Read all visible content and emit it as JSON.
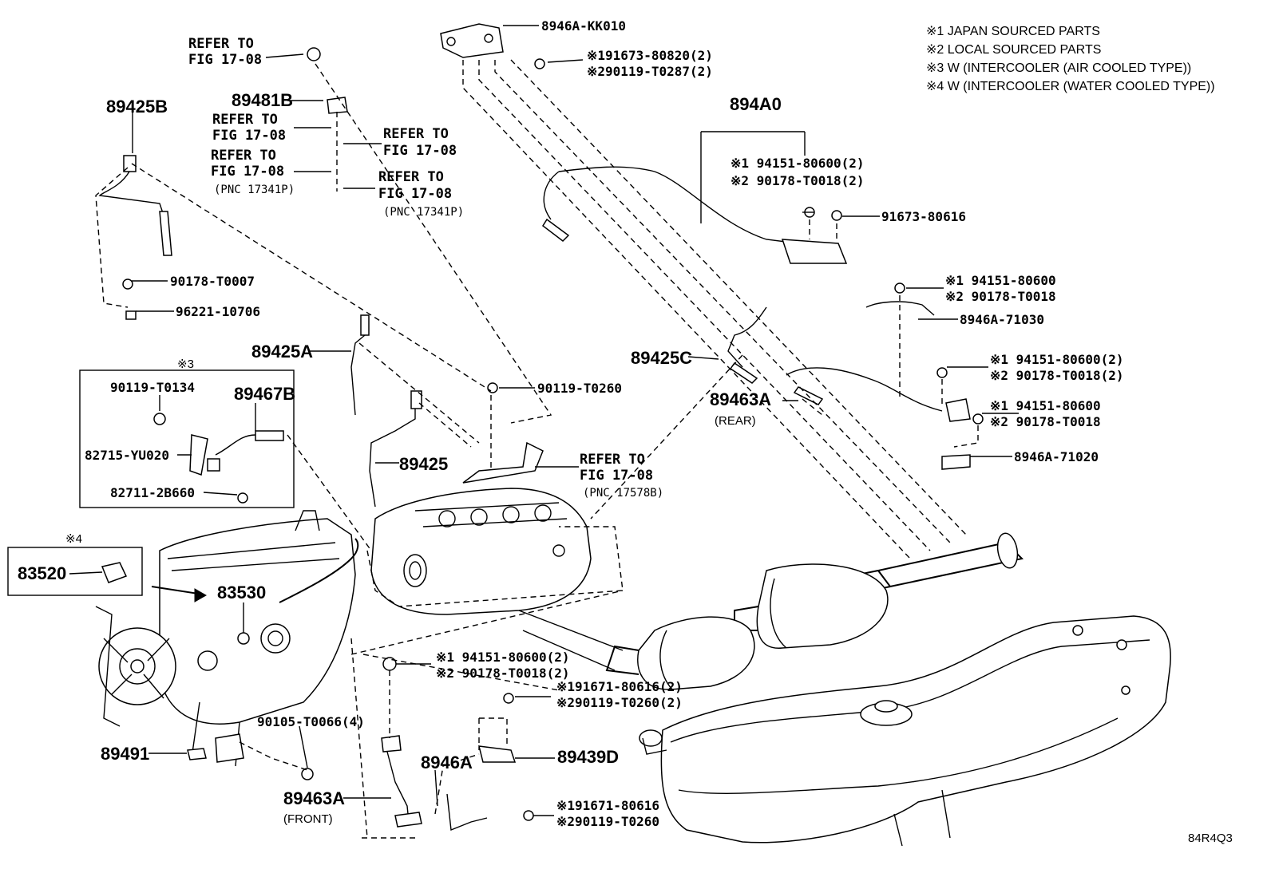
{
  "legend": [
    "※1 JAPAN SOURCED PARTS",
    "※2 LOCAL SOURCED PARTS",
    "※3 W (INTERCOOLER (AIR COOLED TYPE))",
    "※4 W (INTERCOOLER (WATER COOLED TYPE))"
  ],
  "parts": {
    "p8946A_KK010": "8946A-KK010",
    "p91673_80820": "※191673-80820(2)",
    "p90119_T0287": "※290119-T0287(2)",
    "p894A0": "894A0",
    "p94151_80600_2a": "※1 94151-80600(2)",
    "p90178_T0018_2a": "※2 90178-T0018(2)",
    "p91673_80616": "91673-80616",
    "p94151_80600_b": "※1 94151-80600",
    "p90178_T0018_b": "※2 90178-T0018",
    "p8946A_71030": "8946A-71030",
    "p94151_80600_2c": "※1 94151-80600(2)",
    "p90178_T0018_2c": "※2 90178-T0018(2)",
    "p94151_80600_d": "※1 94151-80600",
    "p90178_T0018_d": "※2 90178-T0018",
    "p8946A_71020": "8946A-71020",
    "p89425C": "89425C",
    "p89463A_rear": "89463A",
    "rear_note": "(REAR)",
    "p89425B": "89425B",
    "p90178_T0007": "90178-T0007",
    "p96221_10706": "96221-10706",
    "p89481B": "89481B",
    "p89425A": "89425A",
    "p90119_T0260": "90119-T0260",
    "p89425": "89425",
    "section3_mark": "※3",
    "p90119_T0134": "90119-T0134",
    "p89467B": "89467B",
    "p82715_YU020": "82715-YU020",
    "p82711_2B660": "82711-2B660",
    "section4_mark": "※4",
    "p83520": "83520",
    "p83530": "83530",
    "p90105_T0066": "90105-T0066(4)",
    "p89491": "89491",
    "p94151_80600_2e": "※1 94151-80600(2)",
    "p90178_T0018_2e": "※2 90178-T0018(2)",
    "p91671_80616_2": "※191671-80616(2)",
    "p90119_T0260_2": "※290119-T0260(2)",
    "p8946A": "8946A",
    "p89439D": "89439D",
    "p89463A_front": "89463A",
    "front_note": "(FRONT)",
    "p91671_80616": "※191671-80616",
    "p90119_T0260_b": "※290119-T0260",
    "diagram_id": "84R4Q3"
  },
  "refs": {
    "r1a": "REFER TO",
    "r1b": "FIG 17-08",
    "r2a": "REFER TO",
    "r2b": "FIG 17-08",
    "r3a": "REFER TO",
    "r3b": "FIG 17-08",
    "r4a": "REFER TO",
    "r4b": "FIG 17-08",
    "r5a": "REFER TO",
    "r5b": "FIG 17-08",
    "r6a": "REFER TO",
    "r6b": "FIG 17-08",
    "pnc1": "(PNC 17341P)",
    "pnc2": "(PNC 17341P)",
    "pnc3": "(PNC 17578B)"
  }
}
